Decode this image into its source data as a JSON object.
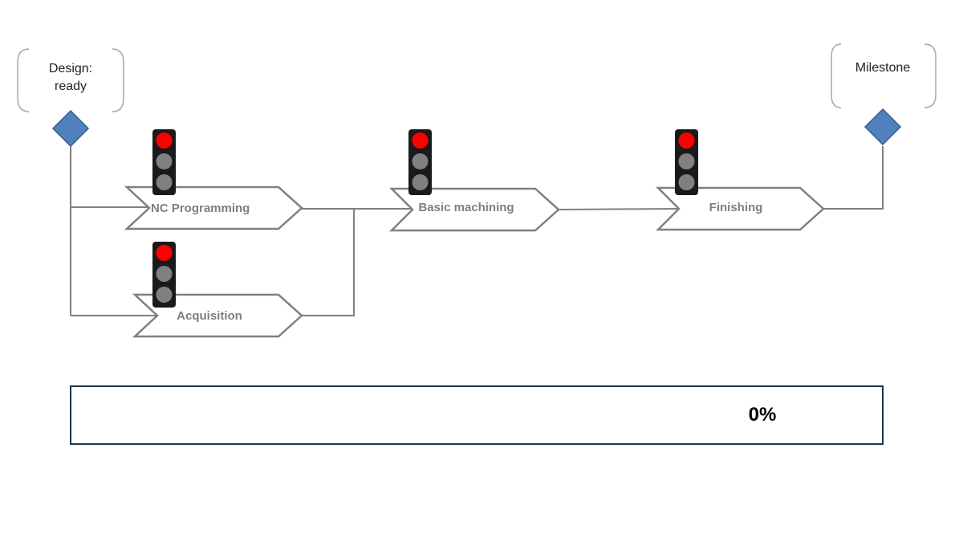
{
  "milestones": {
    "start": {
      "label_lines": [
        "Design:",
        "ready"
      ],
      "icon": "diamond-icon"
    },
    "end": {
      "label_lines": [
        "Milestone"
      ],
      "icon": "diamond-icon"
    }
  },
  "tasks": [
    {
      "id": "nc-programming",
      "label": "NC Programming",
      "status": "red"
    },
    {
      "id": "acquisition",
      "label": "Acquisition",
      "status": "red"
    },
    {
      "id": "basic-machining",
      "label": "Basic machining",
      "status": "red"
    },
    {
      "id": "finishing",
      "label": "Finishing",
      "status": "red"
    }
  ],
  "colors": {
    "light_on_red": "#ff0000",
    "light_off": "#808080",
    "light_housing": "#1a1a1a",
    "diamond": "#4f81bd"
  },
  "progress": {
    "value": 0,
    "label": "0%"
  }
}
